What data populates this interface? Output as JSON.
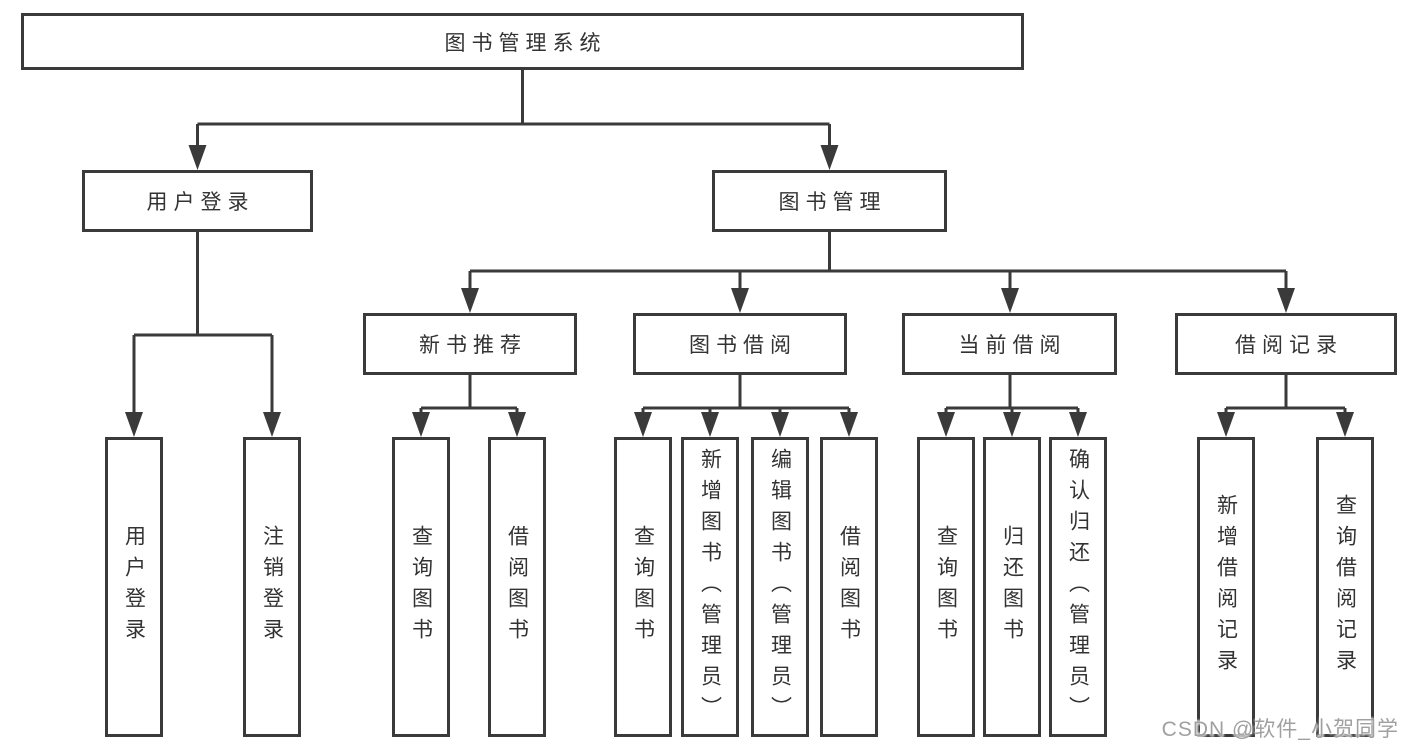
{
  "colors": {
    "line": "#3a3a3a",
    "text": "#333333",
    "background": "#ffffff",
    "watermark": "#a0a0a0"
  },
  "watermark": {
    "text": "CSDN @软件_小贺同学"
  },
  "tree": {
    "root": {
      "label": "图书管理系统"
    },
    "branches": [
      {
        "label": "用户登录",
        "children": [
          "用户登录",
          "注销登录"
        ]
      },
      {
        "label": "图书管理",
        "children": [
          {
            "label": "新书推荐",
            "children": [
              "查询图书",
              "借阅图书"
            ]
          },
          {
            "label": "图书借阅",
            "children": [
              "查询图书",
              "新增图书（管理员）",
              "编辑图书（管理员）",
              "借阅图书"
            ]
          },
          {
            "label": "当前借阅",
            "children": [
              "查询图书",
              "归还图书",
              "确认归还（管理员）"
            ]
          },
          {
            "label": "借阅记录",
            "children": [
              "新增借阅记录",
              "查询借阅记录"
            ]
          }
        ]
      }
    ]
  }
}
